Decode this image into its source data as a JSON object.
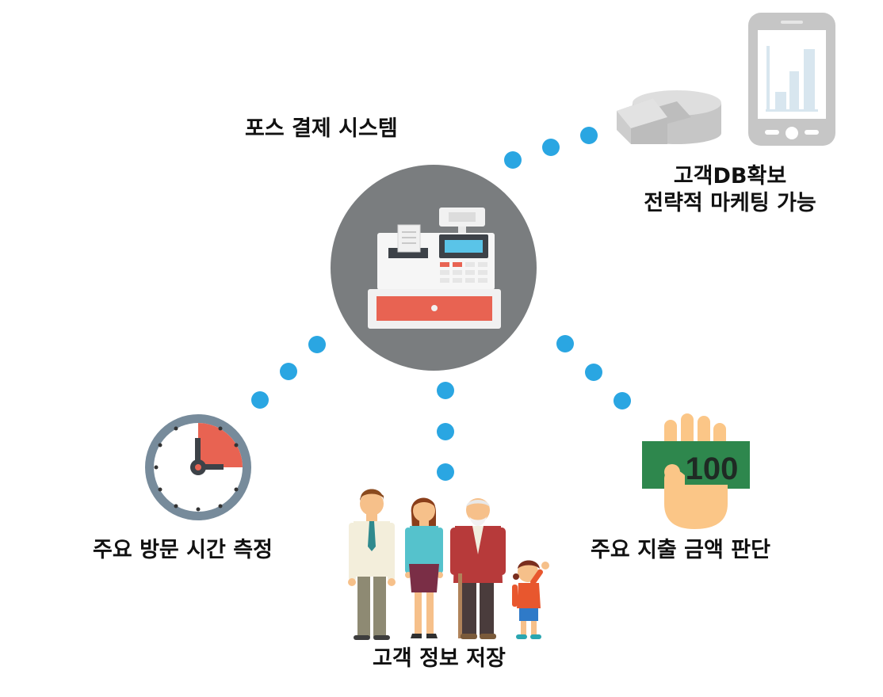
{
  "labels": {
    "pos_system": "포스 결제 시스템",
    "db_line1": "고객DB확보",
    "db_line2": "전략적 마케팅 가능",
    "visit_time": "주요 방문 시간 측정",
    "spending": "주요 지출 금액 판단",
    "customer_info": "고객 정보 저장"
  },
  "money_value": "100",
  "icons": [
    "cash-register-icon",
    "database-icon",
    "smartphone-chart-icon",
    "clock-icon",
    "money-hand-icon",
    "family-icon"
  ],
  "colors": {
    "dot": "#2aa6e2",
    "circle_bg": "#7a7d7f",
    "register_red": "#e86352",
    "clock_ring": "#778b9b",
    "money_green": "#2e874d",
    "hand": "#fbc687",
    "gray_icon": "#c6c6c6"
  }
}
